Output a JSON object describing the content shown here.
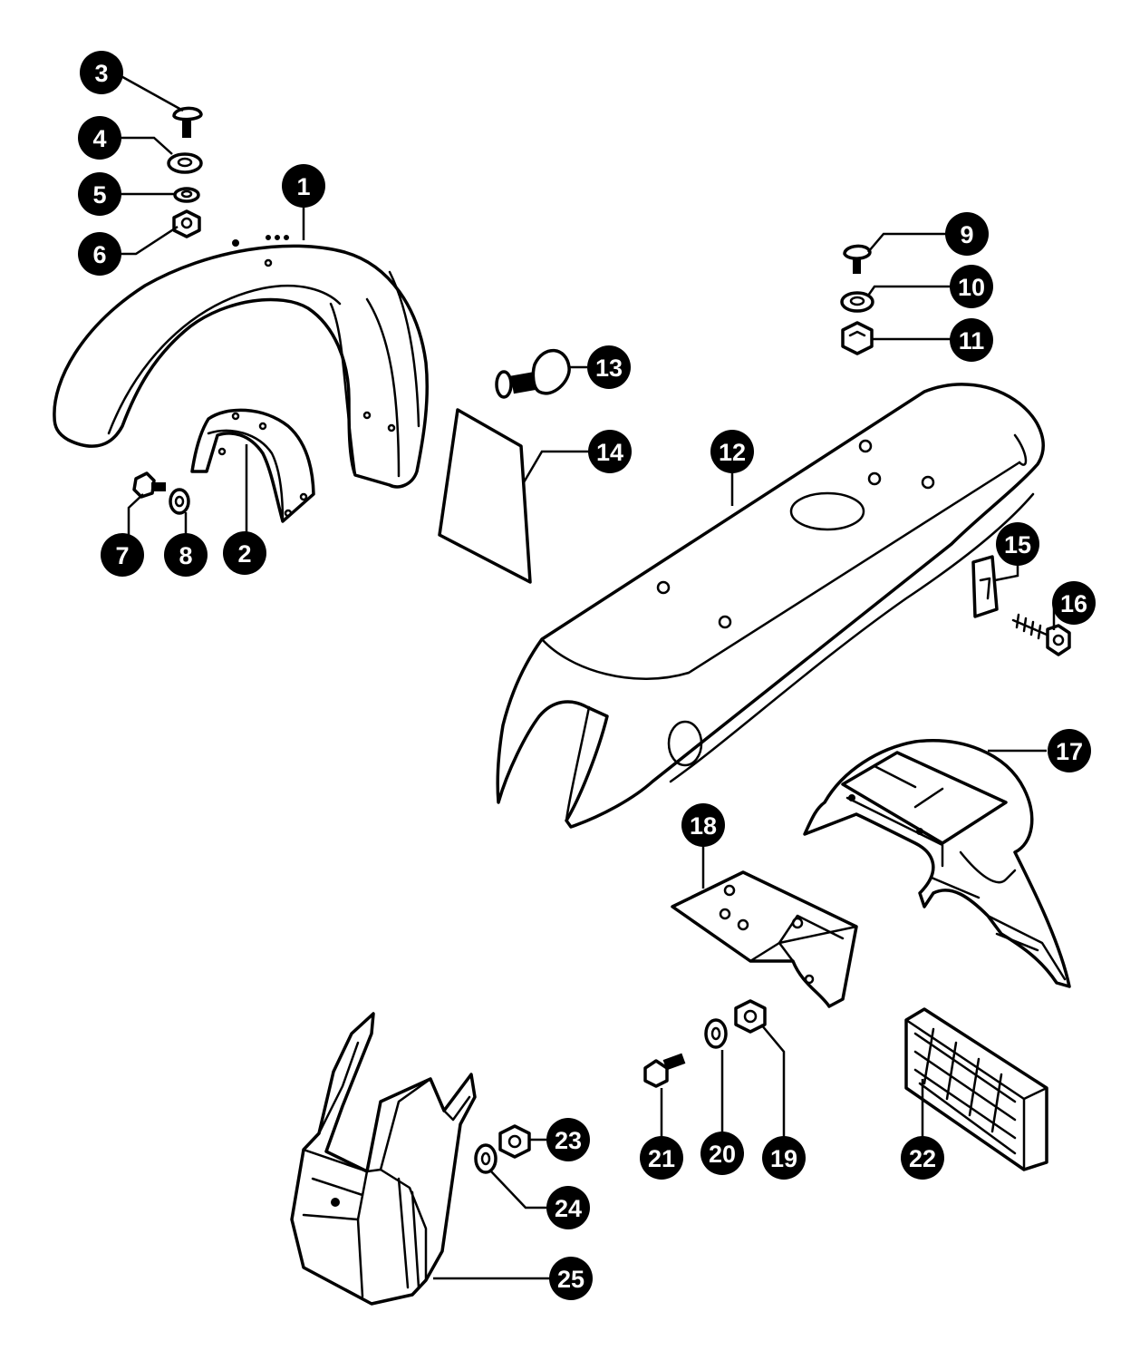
{
  "callouts": [
    {
      "num": "1",
      "part": "front-fender"
    },
    {
      "num": "2",
      "part": "fender-bracket"
    },
    {
      "num": "3",
      "part": "screw"
    },
    {
      "num": "4",
      "part": "washer"
    },
    {
      "num": "5",
      "part": "lock-washer"
    },
    {
      "num": "6",
      "part": "nut"
    },
    {
      "num": "7",
      "part": "bolt"
    },
    {
      "num": "8",
      "part": "washer"
    },
    {
      "num": "9",
      "part": "screw"
    },
    {
      "num": "10",
      "part": "washer"
    },
    {
      "num": "11",
      "part": "nut"
    },
    {
      "num": "12",
      "part": "rear-fender"
    },
    {
      "num": "13",
      "part": "bolt-with-washer"
    },
    {
      "num": "14",
      "part": "mud-flap"
    },
    {
      "num": "15",
      "part": "clip"
    },
    {
      "num": "16",
      "part": "self-tapping-screw"
    },
    {
      "num": "17",
      "part": "rear-mudguard"
    },
    {
      "num": "18",
      "part": "mounting-bracket"
    },
    {
      "num": "19",
      "part": "nut"
    },
    {
      "num": "20",
      "part": "lock-washer"
    },
    {
      "num": "21",
      "part": "bolt"
    },
    {
      "num": "22",
      "part": "reflector"
    },
    {
      "num": "23",
      "part": "nut"
    },
    {
      "num": "24",
      "part": "washer"
    },
    {
      "num": "25",
      "part": "license-plate-holder"
    }
  ],
  "colors": {
    "ink": "#000000",
    "paper": "#ffffff"
  }
}
